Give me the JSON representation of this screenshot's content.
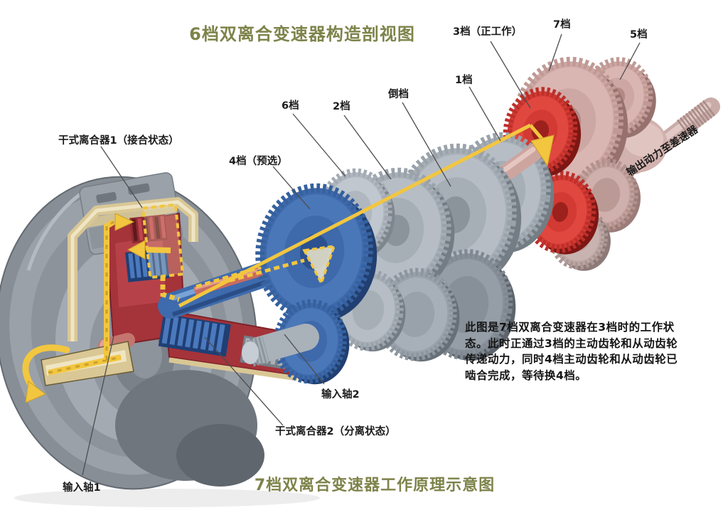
{
  "titles": {
    "top": "6档双离合变速器构造剖视图",
    "bottom": "7档双离合变速器工作原理示意图"
  },
  "callouts": {
    "clutch1": "干式离合器1（接合状态）",
    "gear4": "4档（预选）",
    "gear6": "6档",
    "gear2": "2档",
    "reverse": "倒档",
    "gear1": "1档",
    "gear3": "3档（正工作）",
    "gear7": "7档",
    "gear5": "5档",
    "output_power": "输出动力至差速器",
    "input_shaft2": "输入轴2",
    "clutch2": "干式离合器2（分离状态）",
    "input_shaft1": "输入轴1"
  },
  "description": {
    "line1": "此图是7档双离合变速器在3档时的工作状",
    "line2": "态。此时正通过3档的主动齿轮和从动齿轮",
    "line3": "传递动力，同时4档主动齿轮和从动齿轮已",
    "line4": "啮合完成，等待换4档。"
  },
  "colors": {
    "title_olive": "#7e834a",
    "label_black": "#1b1b1b",
    "flow_yellow": "#f2c63f",
    "housing_tan": "#d9c795",
    "clutch_red": "#a5333a",
    "shaft_blue": "#3e6bad",
    "inner_shaft_red": "#c96b60",
    "gear_silver": "#b6bdc5",
    "gear_pink": "#dab6b2",
    "gear_red_active": "#e0473f"
  }
}
